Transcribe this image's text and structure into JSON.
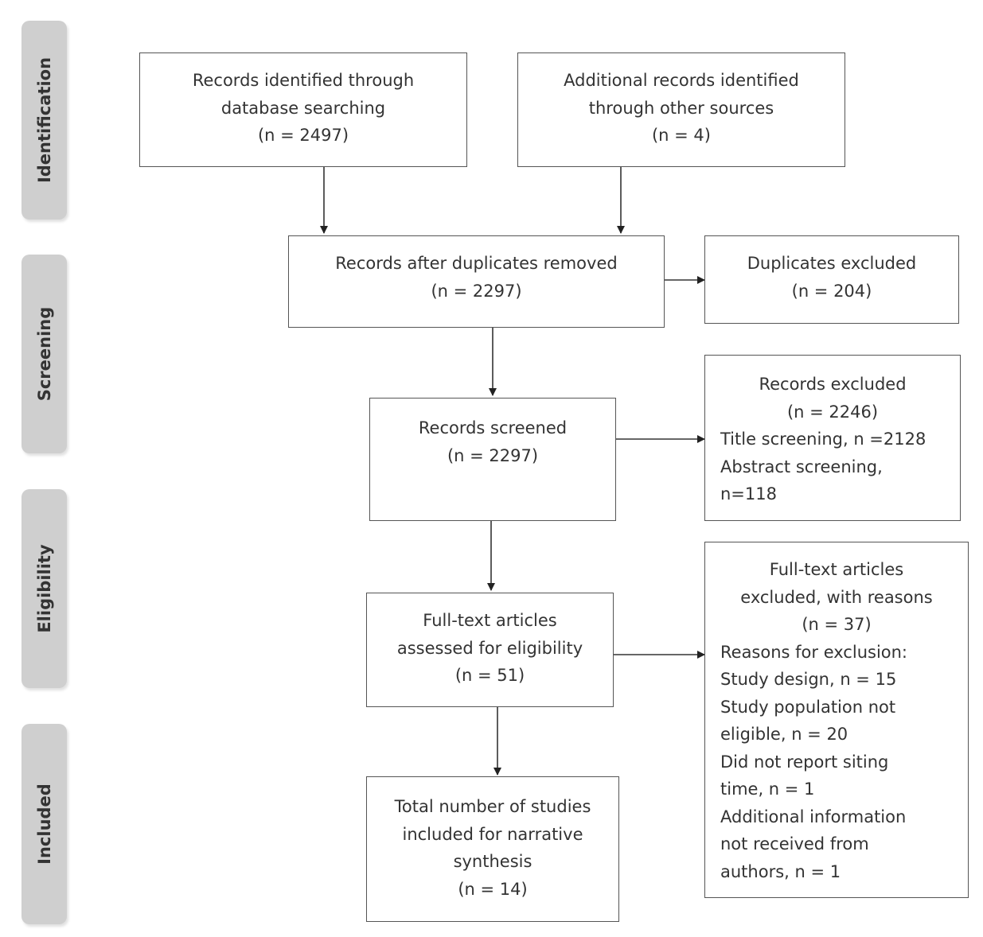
{
  "stages": {
    "identification": "Identification",
    "screening": "Screening",
    "eligibility": "Eligibility",
    "included": "Included"
  },
  "boxes": {
    "database_search": [
      "Records identified through",
      "database searching",
      "(n = 2497)"
    ],
    "other_sources": [
      "Additional records identified",
      "through other sources",
      "(n = 4)"
    ],
    "after_duplicates": [
      "Records after duplicates removed",
      "(n = 2297)"
    ],
    "duplicates_excluded": [
      "Duplicates excluded",
      "(n = 204)"
    ],
    "records_screened": [
      "Records screened",
      "(n = 2297)"
    ],
    "records_excluded": {
      "header": [
        "Records excluded",
        "(n = 2246)"
      ],
      "details": [
        "Title screening, n =2128",
        "Abstract screening,",
        "n=118"
      ]
    },
    "full_text_assessed": [
      "Full-text articles",
      "assessed for eligibility",
      "(n = 51)"
    ],
    "full_text_excluded": {
      "header": [
        "Full-text articles",
        "excluded, with reasons",
        "(n = 37)"
      ],
      "details": [
        "Reasons for exclusion:",
        "Study design, n = 15",
        "Study population not",
        "eligible, n = 20",
        "Did not report siting",
        "time, n = 1",
        "Additional information",
        "not received from",
        "authors, n = 1"
      ]
    },
    "included_studies": [
      "Total number of studies",
      "included for narrative",
      "synthesis",
      "(n = 14)"
    ]
  }
}
